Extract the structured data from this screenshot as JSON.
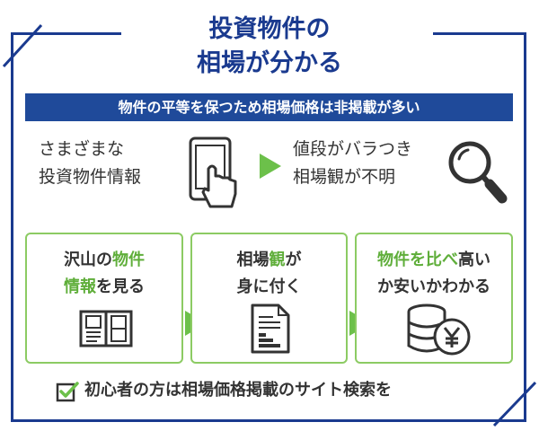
{
  "title": {
    "line1": "投資物件の",
    "line2": "相場が分かる"
  },
  "banner": "物件の平等を保つため相場価格は非掲載が多い",
  "top_row": {
    "left_text_1": "さまざまな",
    "left_text_2": "投資物件情報",
    "right_text_1": "値段がバラつき",
    "right_text_2": "相場観が不明",
    "left_icon": "tablet-touch-icon",
    "right_icon": "magnifier-icon"
  },
  "steps": [
    {
      "line1_normal": "沢山の",
      "line1_hl": "物件",
      "line2_hl": "情報",
      "line2_normal": "を見る",
      "icon": "book-icon"
    },
    {
      "line1_normal": "相場",
      "line1_hl": "観",
      "line1_after": "が",
      "line2": "身に付く",
      "icon": "document-icon"
    },
    {
      "line1_hl": "物件を比べ",
      "line1_normal": "高い",
      "line2": "か安いかわかる",
      "icon": "coins-yen-icon"
    }
  ],
  "footer": {
    "text": "初心者の方は相場価格掲載のサイト検索を",
    "icon": "checkbox-icon"
  },
  "colors": {
    "navy": "#1a3a8f",
    "banner": "#1f4a9a",
    "green": "#6cc04a",
    "highlight": "#5fae3a",
    "text": "#333333"
  }
}
